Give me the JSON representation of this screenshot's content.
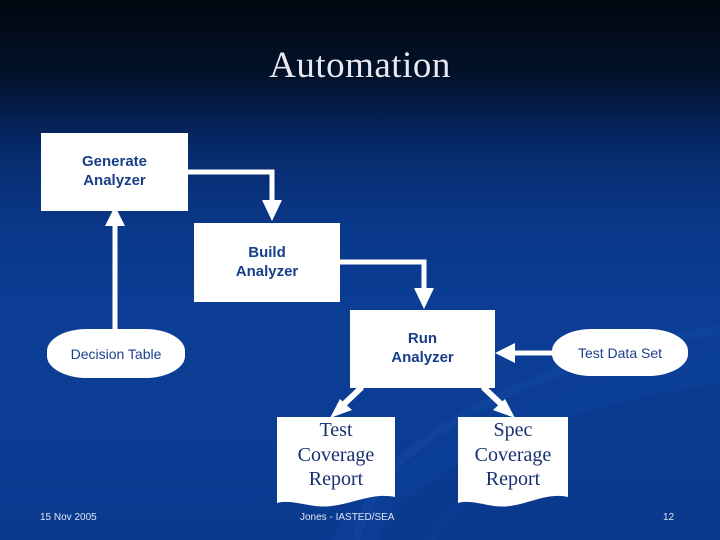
{
  "slide": {
    "title": "Automation",
    "background_top_color": "#01070f",
    "background_bottom_color": "#0b3d95",
    "box_fill_color": "#ffffff",
    "box_text_color": "#173f8a",
    "title_color": "#e8e8f5",
    "arrow_color": "#ffffff"
  },
  "diagram": {
    "nodes": [
      {
        "id": "generate-analyzer",
        "shape": "process",
        "line1": "Generate",
        "line2": "Analyzer"
      },
      {
        "id": "build-analyzer",
        "shape": "process",
        "line1": "Build",
        "line2": "Analyzer"
      },
      {
        "id": "run-analyzer",
        "shape": "process",
        "line1": "Run",
        "line2": "Analyzer"
      },
      {
        "id": "decision-table",
        "shape": "data-store",
        "label": "Decision Table"
      },
      {
        "id": "test-data-set",
        "shape": "data-store",
        "label": "Test Data Set"
      },
      {
        "id": "test-coverage-report",
        "shape": "document",
        "line1": "Test",
        "line2": "Coverage",
        "line3": "Report"
      },
      {
        "id": "spec-coverage-report",
        "shape": "document",
        "line1": "Spec",
        "line2": "Coverage",
        "line3": "Report"
      }
    ],
    "edges": [
      {
        "from": "decision-table",
        "to": "generate-analyzer",
        "style": "straight-up"
      },
      {
        "from": "generate-analyzer",
        "to": "build-analyzer",
        "style": "elbow-right-down"
      },
      {
        "from": "build-analyzer",
        "to": "run-analyzer",
        "style": "elbow-right-down"
      },
      {
        "from": "test-data-set",
        "to": "run-analyzer",
        "style": "straight-left"
      },
      {
        "from": "run-analyzer",
        "to": "test-coverage-report",
        "style": "diagonal-down-left"
      },
      {
        "from": "run-analyzer",
        "to": "spec-coverage-report",
        "style": "diagonal-down-right"
      }
    ]
  },
  "footer": {
    "date": "15 Nov 2005",
    "center": "Jones - IASTED/SEA",
    "page_number": "12"
  }
}
